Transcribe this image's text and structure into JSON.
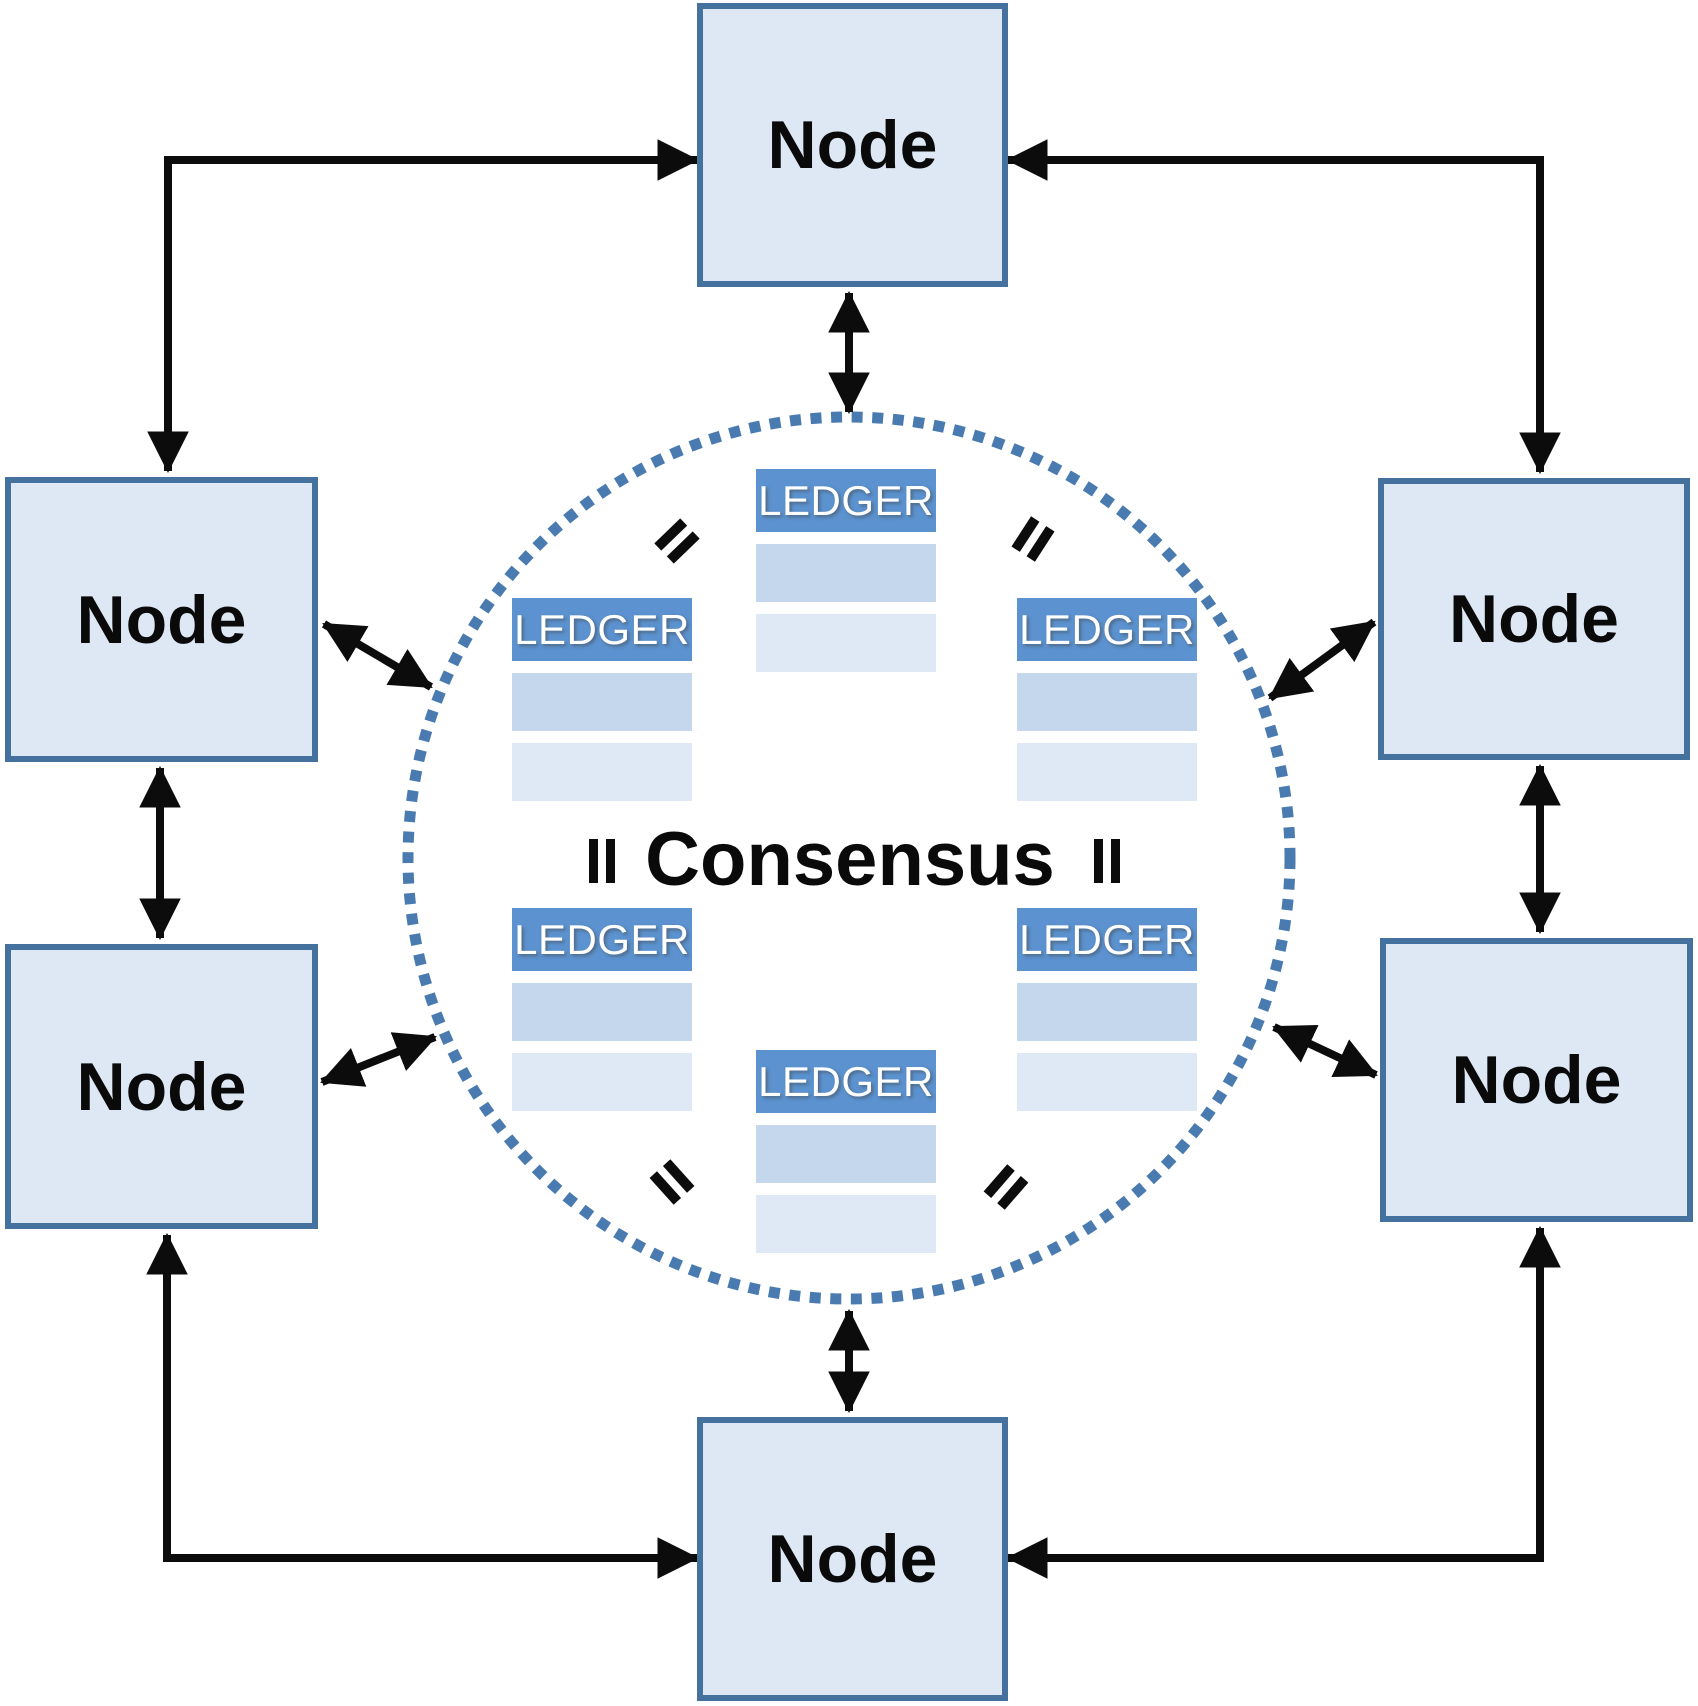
{
  "diagram": {
    "type": "p2p-consensus-network",
    "center_label": "Consensus",
    "nodes": [
      {
        "id": "top",
        "label": "Node"
      },
      {
        "id": "left-upper",
        "label": "Node"
      },
      {
        "id": "left-lower",
        "label": "Node"
      },
      {
        "id": "right-upper",
        "label": "Node"
      },
      {
        "id": "right-lower",
        "label": "Node"
      },
      {
        "id": "bottom",
        "label": "Node"
      }
    ],
    "ledgers": [
      {
        "id": "top-center",
        "label": "LEDGER"
      },
      {
        "id": "upper-left",
        "label": "LEDGER"
      },
      {
        "id": "upper-right",
        "label": "LEDGER"
      },
      {
        "id": "lower-left",
        "label": "LEDGER"
      },
      {
        "id": "lower-right",
        "label": "LEDGER"
      },
      {
        "id": "bottom-center",
        "label": "LEDGER"
      }
    ],
    "connections": {
      "node_to_node": "double-headed-arrows",
      "node_to_consensus": "double-headed-arrows",
      "equality_marks": 6
    },
    "colors": {
      "node_fill": "#dde8f4",
      "node_border": "#45719e",
      "ledger_header": "#5b92cf",
      "ledger_row_1": "#c5d7ec",
      "ledger_row_2": "#dfe9f5",
      "circle_dot": "#4a7bb0",
      "arrow": "#0c0c0c"
    }
  }
}
